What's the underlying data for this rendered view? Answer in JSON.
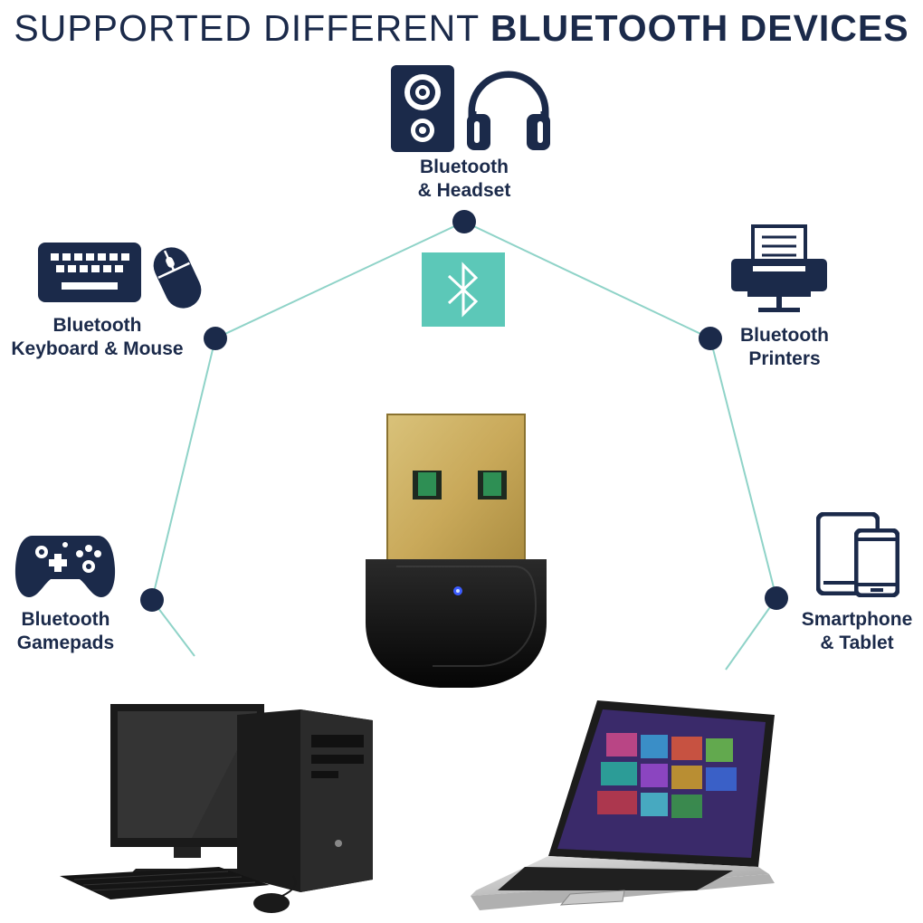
{
  "title": {
    "light": "SUPPORTED DIFFERENT ",
    "bold": "BLUETOOTH DEVICES"
  },
  "devices": {
    "headset": {
      "line1": "Bluetooth",
      "line2": "& Headset"
    },
    "keyboard": {
      "line1": "Bluetooth",
      "line2": "Keyboard & Mouse"
    },
    "printers": {
      "line1": "Bluetooth",
      "line2": "Printers"
    },
    "gamepads": {
      "line1": "Bluetooth",
      "line2": "Gamepads"
    },
    "phone": {
      "line1": "Smartphone",
      "line2": "& Tablet"
    }
  },
  "colors": {
    "navy": "#1b2a4a",
    "teal": "#5cc8b8",
    "line": "#8fd3c8"
  },
  "icons": [
    "speaker-icon",
    "headphones-icon",
    "keyboard-icon",
    "mouse-icon",
    "printer-icon",
    "gamepad-icon",
    "smartphone-icon",
    "tablet-icon",
    "bluetooth-icon"
  ]
}
